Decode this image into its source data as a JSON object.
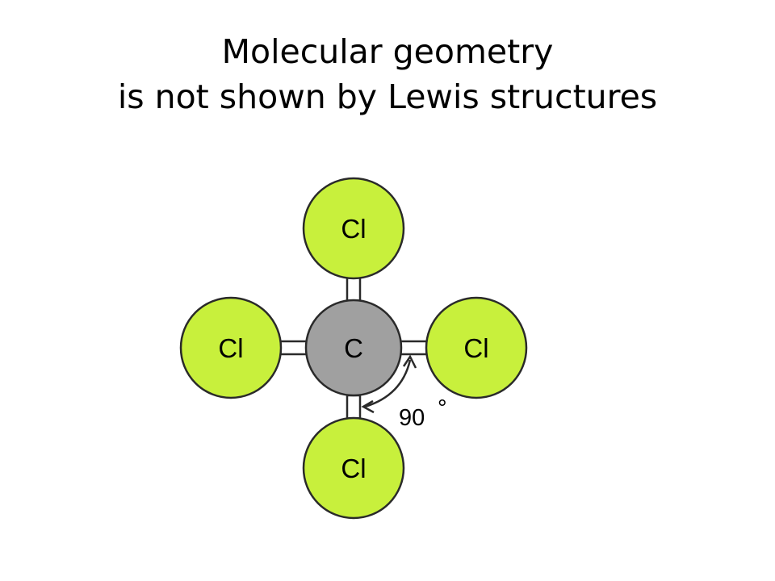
{
  "title": {
    "line1": "Molecular geometry",
    "line2": "is not shown by Lewis structures"
  },
  "molecule": {
    "central_atom": "C",
    "outer_atoms": [
      "Cl",
      "Cl",
      "Cl",
      "Cl"
    ],
    "angle_label": "90",
    "degree_symbol": "°"
  },
  "colors": {
    "chlorine_fill": "#c8f03c",
    "carbon_fill": "#a0a0a0",
    "outline": "#2a2a2a",
    "bond": "#ffffff"
  }
}
